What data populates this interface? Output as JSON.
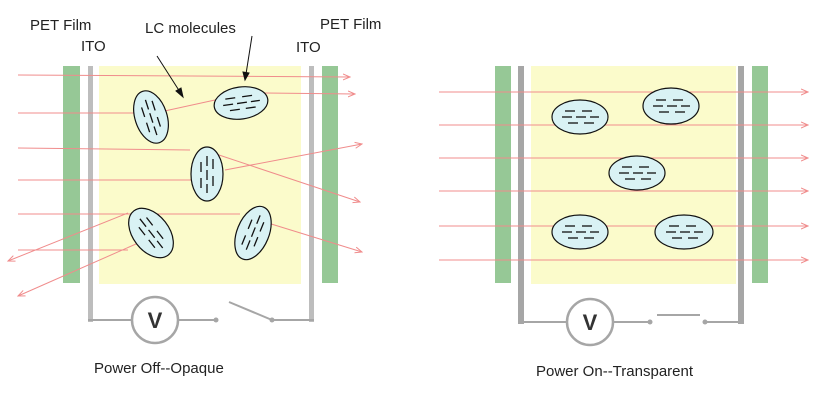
{
  "labels": {
    "pet_film_left": "PET Film",
    "pet_film_right": "PET Film",
    "ito_left": "ITO",
    "ito_right": "ITO",
    "lc_molecules": "LC molecules",
    "voltmeter_left": "V",
    "voltmeter_right": "V",
    "caption_off": "Power Off--Opaque",
    "caption_on": "Power On--Transparent"
  },
  "colors": {
    "pet_film": "#96c896",
    "ito_electrode": "#bdbdbd",
    "liquid_crystal_layer": "#fbfbcb",
    "lc_molecule_fill": "#d9f2f4",
    "light_ray": "#f08c8c",
    "wire": "#a6a6a6",
    "text": "#222222"
  }
}
